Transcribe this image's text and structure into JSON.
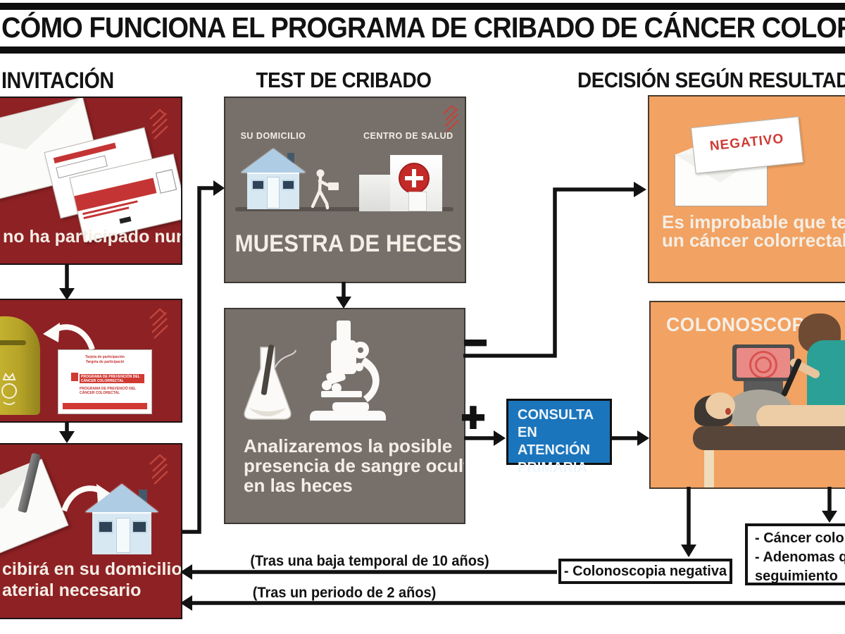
{
  "colors": {
    "red": "#8e2124",
    "gray": "#77706a",
    "orange": "#f2a262",
    "blue": "#1b75bc",
    "ink": "#111111",
    "cream": "#f4eee6"
  },
  "title": "CÓMO FUNCIONA EL PROGRAMA DE CRIBADO DE CÁNCER COLORRECTAL",
  "columns": {
    "invitation": "INVITACIÓN",
    "screening": "TEST DE CRIBADO",
    "decision": "DECISIÓN SEGÚN RESULTADO"
  },
  "invitation": {
    "box1_caption": "no ha participado nunca",
    "card": {
      "top1": "Tarjeta de participación",
      "top2": "Targeta de participació",
      "band1": "PROGRAMA DE PREVENCIÓN DEL CÁNCER COLORRECTAL",
      "band2": "PROGRAMA DE PREVENCIÓ DEL CÀNCER COLORECTAL"
    },
    "box3_caption1": "cibirá en su domicilio el",
    "box3_caption2": "aterial necesario"
  },
  "screening": {
    "home_label": "SU DOMICILIO",
    "health_label": "CENTRO DE SALUD",
    "sample_title": "MUESTRA DE HECES",
    "analysis1": "Analizaremos la posible",
    "analysis2": "presencia de sangre oculta",
    "analysis3": "en las heces"
  },
  "decision": {
    "negative_stamp": "NEGATIVO",
    "negative_caption1": "Es improbable que tenga",
    "negative_caption2": "un cáncer colorrectal",
    "colonoscopy_title": "COLONOSCOPIA"
  },
  "consulta": {
    "line1": "CONSULTA",
    "line2": "EN ATENCIÓN",
    "line3": "PRIMARIA"
  },
  "signs": {
    "positive": "+",
    "negative": "−"
  },
  "results": {
    "negative_box": "- Colonoscopia negativa",
    "positive_line1": "- Cáncer colorrectal",
    "positive_line2": "- Adenomas que requieren",
    "positive_line3": "seguimiento"
  },
  "returns": {
    "ten_years": "(Tras una baja temporal de 10 años)",
    "two_years": "(Tras un periodo de 2 años)"
  }
}
